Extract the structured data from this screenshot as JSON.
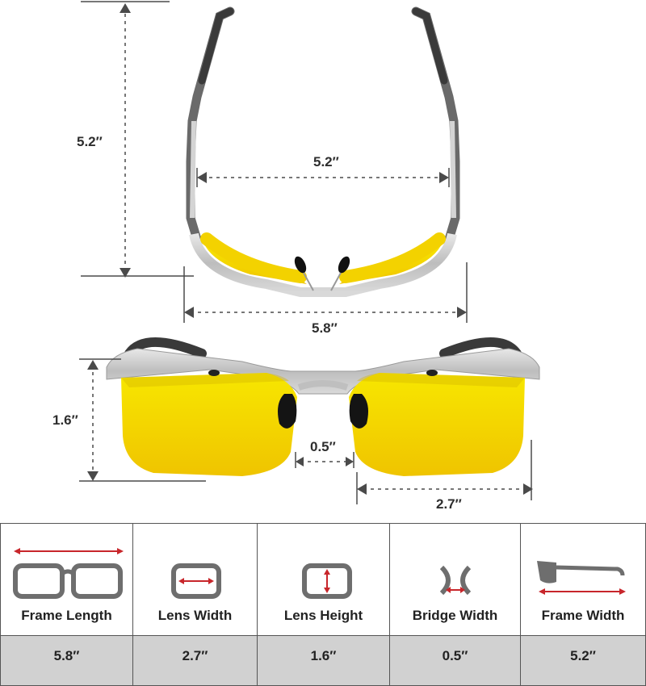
{
  "dimensions": {
    "temple_length": "5.2″",
    "inner_width": "5.2″",
    "frame_width_top": "5.8″",
    "lens_height": "1.6″",
    "bridge_width": "0.5″",
    "lens_width": "2.7″"
  },
  "size_table": {
    "columns": [
      {
        "label": "Frame Length",
        "value": "5.8″",
        "icon": "frame-length-icon"
      },
      {
        "label": "Lens Width",
        "value": "2.7″",
        "icon": "lens-width-icon"
      },
      {
        "label": "Lens Height",
        "value": "1.6″",
        "icon": "lens-height-icon"
      },
      {
        "label": "Bridge Width",
        "value": "0.5″",
        "icon": "bridge-width-icon"
      },
      {
        "label": "Frame Width",
        "value": "5.2″",
        "icon": "frame-width-icon"
      }
    ]
  },
  "colors": {
    "lens_yellow": "#f3d200",
    "lens_deep": "#e8b800",
    "frame_silver": "#c8c8c8",
    "temple_dark": "#3a3a3a",
    "dimension_line": "#4a4a4a",
    "arrow_red": "#c8262b",
    "table_value_bg": "#d1d1d1",
    "icon_gray": "#6e6e6e"
  }
}
